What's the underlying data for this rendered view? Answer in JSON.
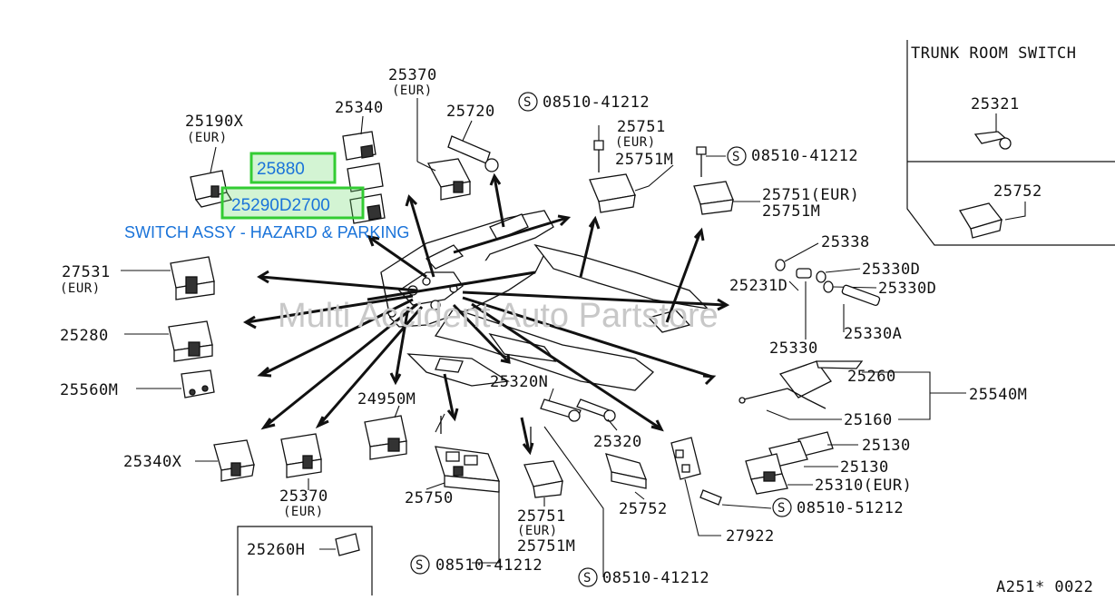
{
  "labels": {
    "l25370_top": "25370",
    "l25370_top_eur": "(EUR)",
    "l25340": "25340",
    "l25720": "25720",
    "l25190x": "25190X",
    "l25190x_eur": "(EUR)",
    "s08510_41212_a": "08510-41212",
    "l25751_a": "25751",
    "l25751_a_eur": "(EUR)",
    "l25751m_a": "25751M",
    "s08510_41212_b": "08510-41212",
    "l25751eur_b": "25751(EUR)",
    "l25751m_b": "25751M",
    "l25338": "25338",
    "l25231d": "25231D",
    "l25330d_1": "25330D",
    "l25330d_2": "25330D",
    "l25330": "25330",
    "l25330a": "25330A",
    "l27531": "27531",
    "l27531_eur": "(EUR)",
    "l25280": "25280",
    "l25560m": "25560M",
    "l25320n": "25320N",
    "l24950m": "24950M",
    "l25260": "25260",
    "l25540m": "25540M",
    "l25160": "25160",
    "l25320": "25320",
    "l25130_1": "25130",
    "l25130_2": "25130",
    "l25310eur": "25310(EUR)",
    "l25340x": "25340X",
    "l25750": "25750",
    "l25752_bot": "25752",
    "s08510_51212": "08510-51212",
    "l25370_bot": "25370",
    "l25370_bot_eur": "(EUR)",
    "l25751_c": "25751",
    "l25751_c_eur": "(EUR)",
    "l25751m_c": "25751M",
    "l27922": "27922",
    "l25260h": "25260H",
    "s08510_41212_c": "08510-41212",
    "s08510_41212_d": "08510-41212",
    "code": "A251* 0022"
  },
  "trunk_box": {
    "title": "TRUNK ROOM SWITCH",
    "part_top": "25321",
    "part_bottom": "25752"
  },
  "highlights": {
    "part_a": "25880",
    "part_b": "25290D2700",
    "caption": "SWITCH ASSY - HAZARD & PARKING"
  },
  "watermark": "Multi Accident Auto Partstore",
  "screw_symbol": "S",
  "colors": {
    "highlight_fill": "#6edc6e",
    "highlight_border": "#33cc33",
    "highlight_text": "#1a73d9",
    "watermark": "#c8c8c8",
    "ink": "#111111"
  }
}
